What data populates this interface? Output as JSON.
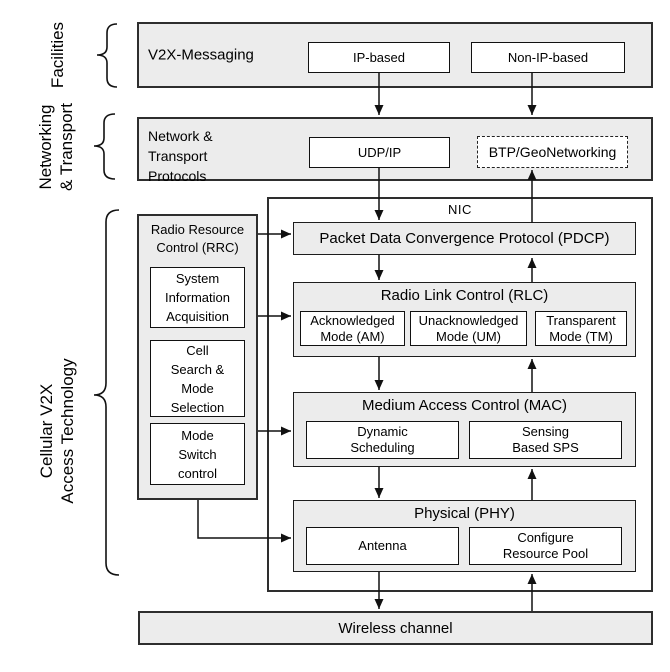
{
  "side_labels": {
    "facilities": "Facilities",
    "networking": [
      "Networking",
      "& Transport"
    ],
    "cellular": [
      "Cellular V2X",
      "Access Technology"
    ]
  },
  "facilities_layer": {
    "title": "V2X-Messaging",
    "ip_based": "IP-based",
    "non_ip_based": "Non-IP-based"
  },
  "transport_layer": {
    "title": [
      "Network &",
      "Transport",
      "Protocols"
    ],
    "udp_ip": "UDP/IP",
    "btp_geo": "BTP/GeoNetworking"
  },
  "nic": {
    "label": "NIC",
    "pdcp": "Packet Data Convergence Protocol (PDCP)",
    "rlc": {
      "title": "Radio Link Control (RLC)",
      "am": [
        "Acknowledged",
        "Mode (AM)"
      ],
      "um": [
        "Unacknowledged",
        "Mode (UM)"
      ],
      "tm": [
        "Transparent",
        "Mode (TM)"
      ]
    },
    "mac": {
      "title": "Medium Access Control (MAC)",
      "dynamic_scheduling": [
        "Dynamic",
        "Scheduling"
      ],
      "sensing_sps": [
        "Sensing",
        "Based SPS"
      ]
    },
    "phy": {
      "title": "Physical (PHY)",
      "antenna": "Antenna",
      "resource_pool": [
        "Configure",
        "Resource Pool"
      ]
    }
  },
  "rrc": {
    "title": [
      "Radio Resource",
      "Control (RRC)"
    ],
    "system_info": [
      "System",
      "Information",
      "Acquisition"
    ],
    "cell_search": [
      "Cell",
      "Search &",
      "Mode",
      "Selection"
    ],
    "mode_switch": [
      "Mode",
      "Switch",
      "control"
    ]
  },
  "wireless_channel": "Wireless channel",
  "colors": {
    "layer_fill": "#ececec",
    "box_fill": "#ffffff",
    "layer_border": "#2e2e2e",
    "line": "#111111"
  }
}
